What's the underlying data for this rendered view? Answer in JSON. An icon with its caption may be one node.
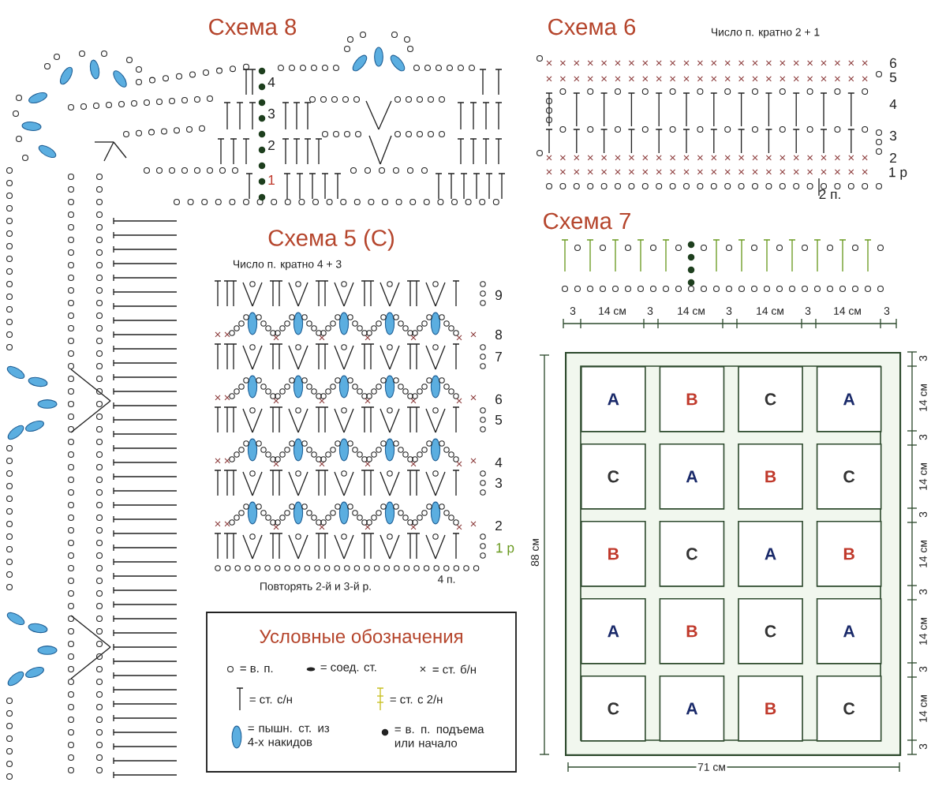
{
  "diagram": {
    "nodes": [
      {
        "text": [],
        "shape": "box"
      },
      {
        "text": [
          "A"
        ],
        "in": 0
      },
      {
        "text": [
          "B"
        ],
        "in": 0
      },
      {
        "text": [
          "C"
        ],
        "in": 0
      },
      {
        "text": [
          "A"
        ],
        "in": 0
      },
      {
        "text": [
          "C"
        ],
        "in": 0
      },
      {
        "text": [
          "A"
        ],
        "in": 0
      },
      {
        "text": [
          "B"
        ],
        "in": 0
      },
      {
        "text": [
          "C"
        ],
        "in": 0
      },
      {
        "text": [
          "B"
        ],
        "in": 0
      },
      {
        "text": [
          "C"
        ],
        "in": 0
      },
      {
        "text": [
          "A"
        ],
        "in": 0
      },
      {
        "text": [
          "B"
        ],
        "in": 0
      },
      {
        "text": [
          "A"
        ],
        "in": 0
      },
      {
        "text": [
          "B"
        ],
        "in": 0
      },
      {
        "text": [
          "C"
        ],
        "in": 0
      },
      {
        "text": [
          "A"
        ],
        "in": 0
      },
      {
        "text": [
          "C"
        ],
        "in": 0
      },
      {
        "text": [
          "A"
        ],
        "in": 0
      },
      {
        "text": [
          "B"
        ],
        "in": 0
      },
      {
        "text": [
          "C"
        ],
        "in": 0
      }
    ],
    "labels": [
      "Схема 8",
      "4",
      "3",
      "2",
      "1",
      "Схема 6",
      "Число п. кратно 2 + 1",
      "6",
      "5",
      "4",
      "3",
      "2",
      "1 р",
      "2 п.",
      "Схема 7",
      "3",
      "14 см",
      "3",
      "14 см",
      "3",
      "14 см",
      "3",
      "14 см",
      "3",
      "3",
      "14 см",
      "3",
      "14 см",
      "3",
      "14 см",
      "3",
      "14 см",
      "3",
      "14 см",
      "3",
      "88 см",
      "71 см",
      "Схема 5 (С)",
      "Число п. кратно 4 + 3",
      "9",
      "8",
      "7",
      "6",
      "5",
      "4",
      "3",
      "2",
      "1 р",
      "4 п.",
      "Повторять 2-й и 3-й р.",
      "Условные обозначения"
    ],
    "legend": [
      {
        "text": "= в. п."
      },
      {
        "text": "= соед. ст."
      },
      {
        "text": "= ст. б/н"
      },
      {
        "text": "= ст. с/н"
      },
      {
        "text": "= ст. с 2/н"
      },
      {
        "text": "= пышн. ст. из 4-х накидов"
      },
      {
        "text": "= в. п. подъема или начало"
      }
    ]
  }
}
